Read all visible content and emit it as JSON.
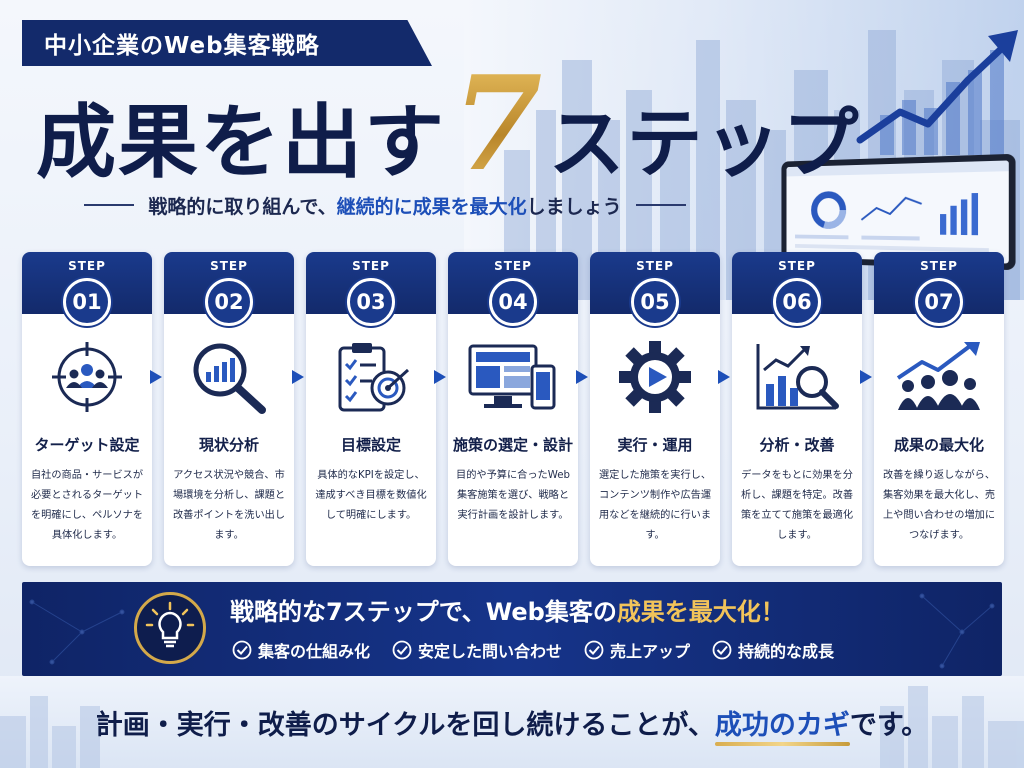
{
  "top_tag": "中小企業のWeb集客戦略",
  "title": {
    "part1": "成果を出す",
    "number": "7",
    "part2": "ステップ"
  },
  "subtitle": {
    "before": "戦略的に取り組んで、",
    "highlight": "継続的に成果を最大化",
    "after": "しましょう"
  },
  "steps": [
    {
      "label": "STEP",
      "number": "01",
      "icon": "target-people-icon",
      "title": "ターゲット設定",
      "desc": "自社の商品・サービスが必要とされるターゲットを明確にし、ペルソナを具体化します。"
    },
    {
      "label": "STEP",
      "number": "02",
      "icon": "magnifier-chart-icon",
      "title": "現状分析",
      "desc": "アクセス状況や競合、市場環境を分析し、課題と改善ポイントを洗い出します。"
    },
    {
      "label": "STEP",
      "number": "03",
      "icon": "clipboard-target-icon",
      "title": "目標設定",
      "desc": "具体的なKPIを設定し、達成すべき目標を数値化して明確にします。"
    },
    {
      "label": "STEP",
      "number": "04",
      "icon": "monitor-phone-icon",
      "title": "施策の選定・設計",
      "desc": "目的や予算に合ったWeb集客施策を選び、戦略と実行計画を設計します。"
    },
    {
      "label": "STEP",
      "number": "05",
      "icon": "gear-play-icon",
      "title": "実行・運用",
      "desc": "選定した施策を実行し、コンテンツ制作や広告運用などを継続的に行います。"
    },
    {
      "label": "STEP",
      "number": "06",
      "icon": "chart-magnifier-icon",
      "title": "分析・改善",
      "desc": "データをもとに効果を分析し、課題を特定。改善策を立てて施策を最適化します。"
    },
    {
      "label": "STEP",
      "number": "07",
      "icon": "growth-people-icon",
      "title": "成果の最大化",
      "desc": "改善を繰り返しながら、集客効果を最大化し、売上や問い合わせの増加につなげます。"
    }
  ],
  "banner": {
    "title_before": "戦略的な7ステップで、Web集客の",
    "title_gold": "成果を最大化！",
    "checks": [
      "集客の仕組み化",
      "安定した問い合わせ",
      "売上アップ",
      "持続的な成長"
    ]
  },
  "footer": {
    "before": "計画・実行・改善のサイクルを回し続けることが、",
    "key": "成功のカギ",
    "after": "です。"
  },
  "colors": {
    "navy": "#132a6b",
    "blue": "#1d4fb8",
    "gold": "#c69a3a"
  }
}
